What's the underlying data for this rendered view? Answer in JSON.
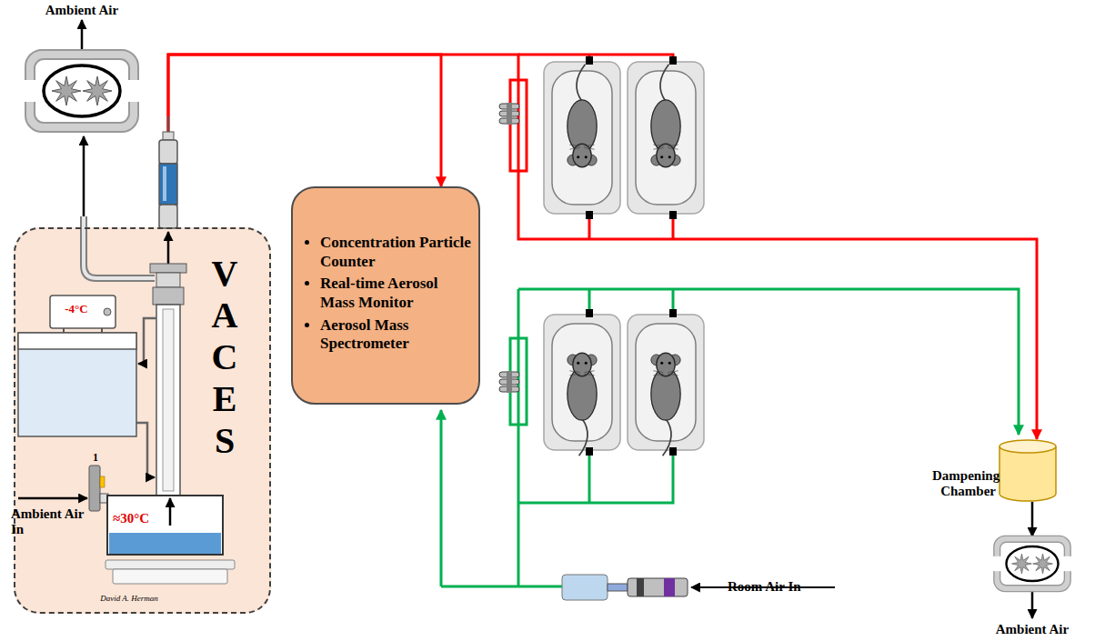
{
  "diagram": {
    "nodes": [
      {
        "text": [
          "VACES"
        ]
      },
      {
        "text": [
          "Concentration Particle Counter",
          "Real-time Aerosol Mass Monitor",
          "Aerosol Mass Spectrometer"
        ]
      },
      {
        "text": [
          "Dampening Chamber"
        ]
      }
    ],
    "edges": [
      {
        "from": 0,
        "to": 1,
        "arrow": "to"
      },
      {
        "from": 0,
        "to": 2,
        "arrow": "to"
      }
    ],
    "labels": [
      "Ambient Air",
      "-4°C",
      "1",
      "Ambient Air In",
      "≈30°C",
      "David A. Herman",
      "Room Air In",
      "Ambient Air"
    ]
  }
}
